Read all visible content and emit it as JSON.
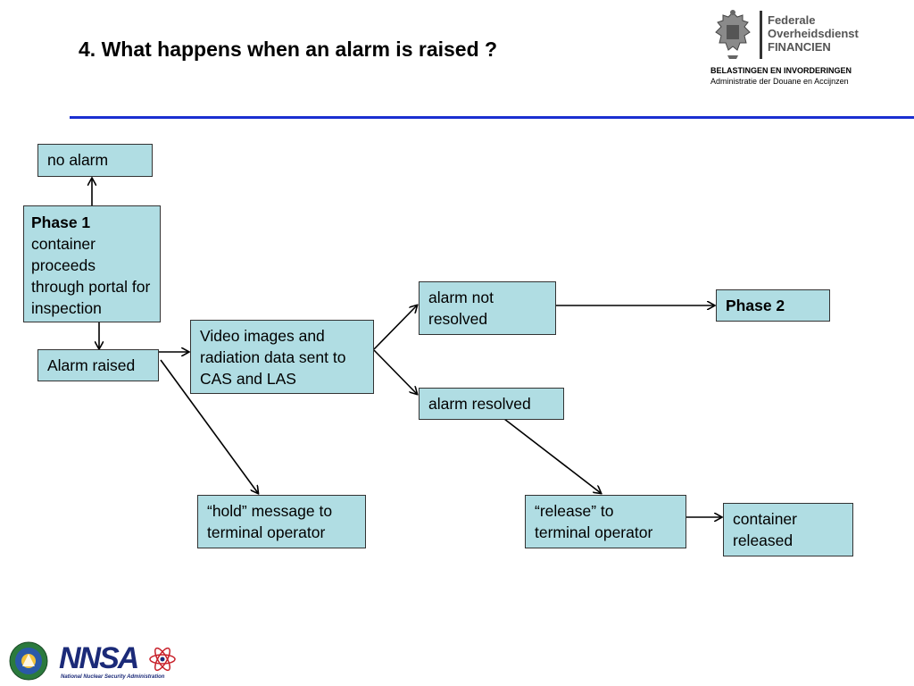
{
  "slide": {
    "title": "4. What happens when an alarm is raised ?"
  },
  "logo": {
    "org_line1": "Federale",
    "org_line2": "Overheidsdienst",
    "org_line3": "FINANCIEN",
    "sub_bold": "BELASTINGEN EN INVORDERINGEN",
    "sub_regular": "Administratie der Douane en Accijnzen",
    "footer_logo_text": "NNSA",
    "footer_logo_caption": "National Nuclear Security Administration"
  },
  "nodes": {
    "no_alarm": "no alarm",
    "phase1_title": "Phase 1",
    "phase1_text": "container proceeds through portal for inspection",
    "alarm_raised": "Alarm raised",
    "video": "Video images and radiation data sent to CAS and LAS",
    "not_resolved": "alarm not resolved",
    "resolved": "alarm resolved",
    "phase2": "Phase 2",
    "hold": "“hold” message to terminal operator",
    "release": "“release” to terminal operator",
    "released": "container released"
  },
  "colors": {
    "box_fill": "#b0dde3",
    "title_rule": "#1a2fd1"
  }
}
